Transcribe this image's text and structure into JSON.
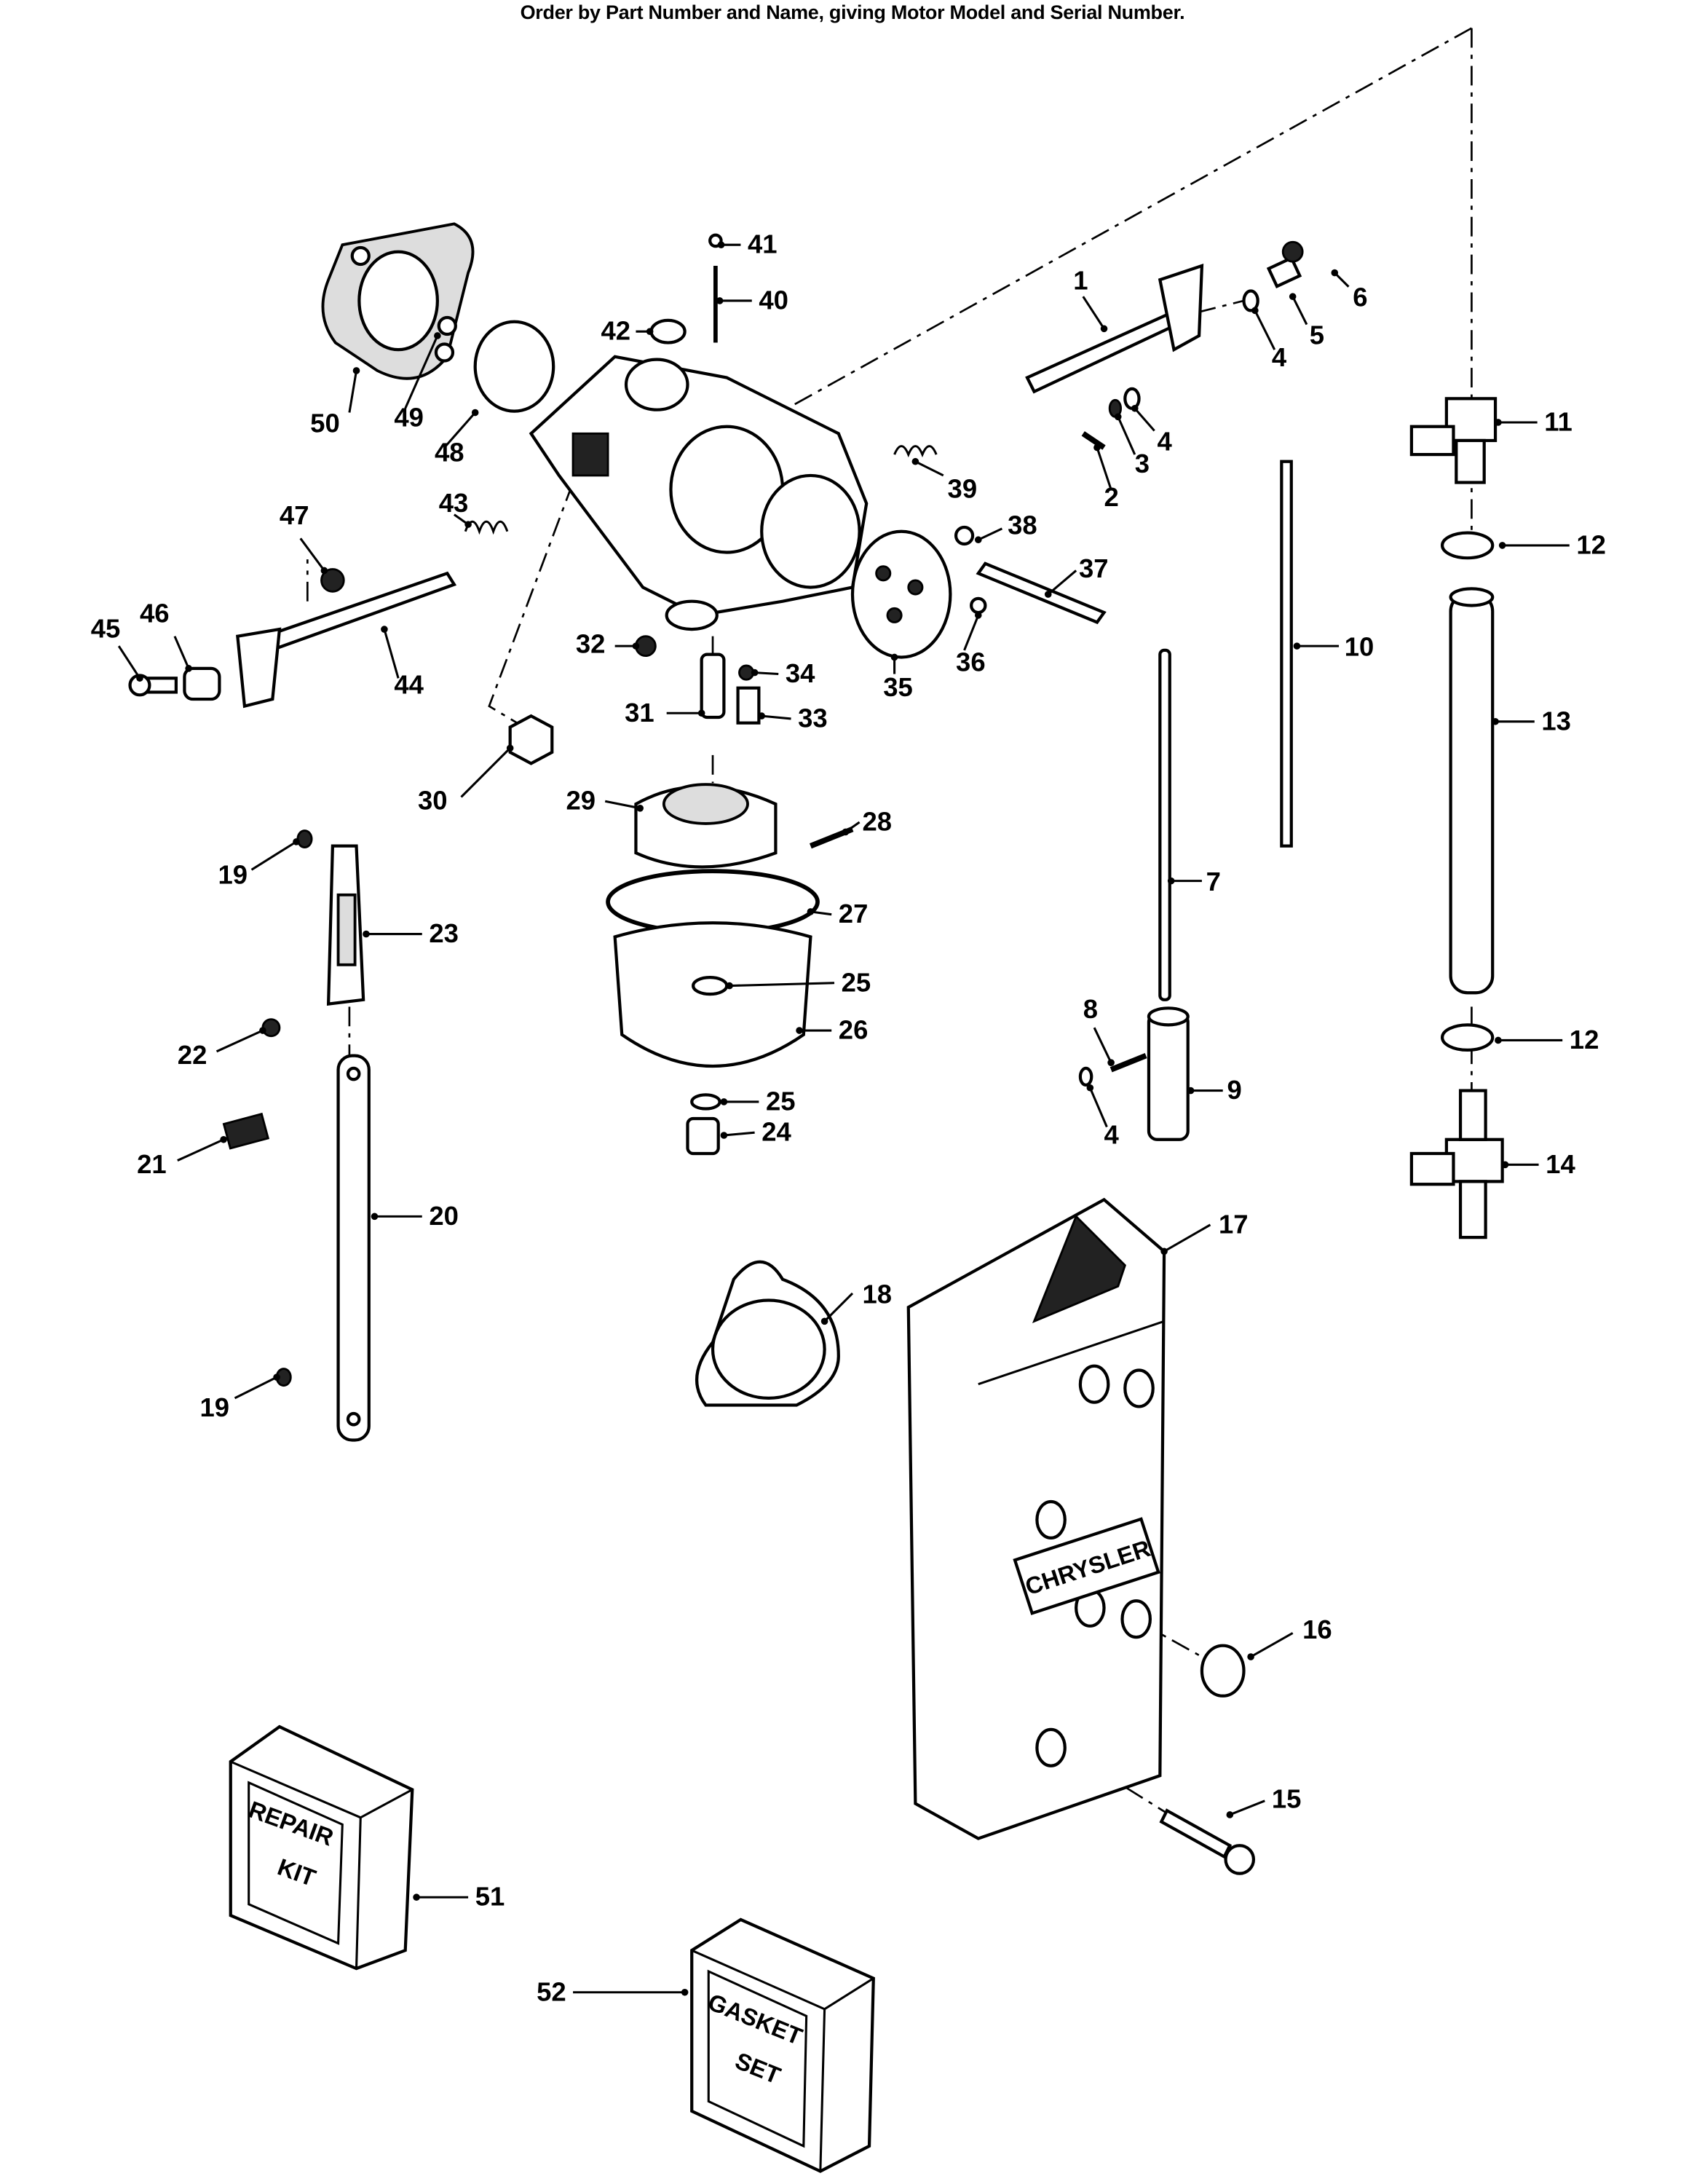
{
  "header": {
    "title": "Order by Part Number and Name, giving Motor Model and Serial Number."
  },
  "callouts": [
    "1",
    "2",
    "3",
    "4",
    "4",
    "4",
    "5",
    "6",
    "7",
    "8",
    "9",
    "10",
    "11",
    "12",
    "12",
    "13",
    "14",
    "15",
    "16",
    "17",
    "18",
    "19",
    "19",
    "20",
    "21",
    "22",
    "23",
    "24",
    "25",
    "25",
    "26",
    "27",
    "28",
    "29",
    "30",
    "31",
    "32",
    "33",
    "34",
    "35",
    "36",
    "37",
    "38",
    "39",
    "40",
    "41",
    "42",
    "43",
    "44",
    "45",
    "46",
    "47",
    "48",
    "49",
    "50",
    "51",
    "52"
  ],
  "parts": {
    "repair_kit": {
      "line1": "REPAIR",
      "line2": "KIT"
    },
    "gasket_set": {
      "line1": "GASKET",
      "line2": "SET"
    },
    "cover_brand": "CHRYSLER"
  }
}
